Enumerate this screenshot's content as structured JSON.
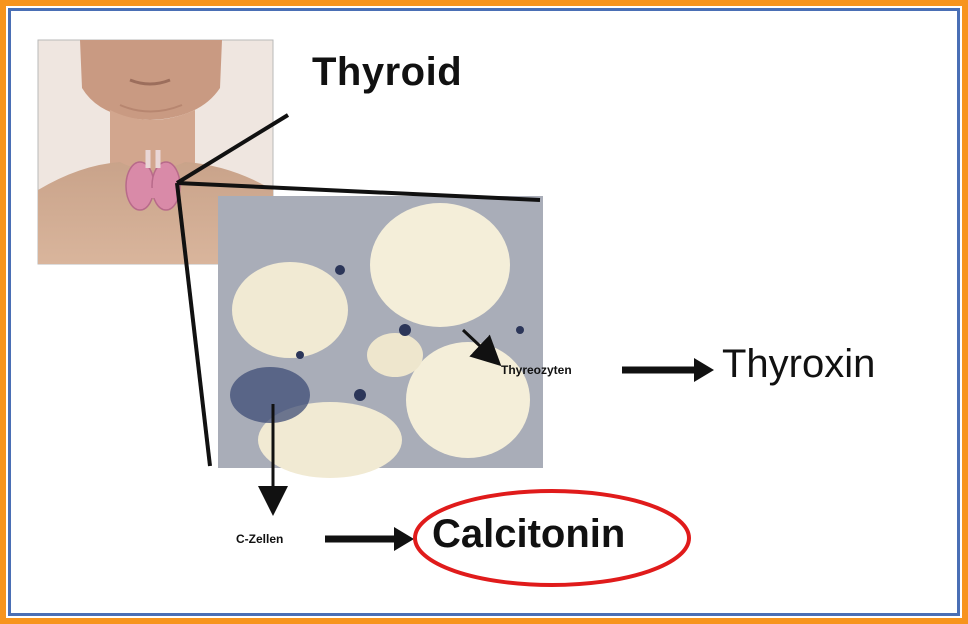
{
  "title": "Thyroid",
  "labels": {
    "thyreozyten": "Thyreozyten",
    "thyroxin": "Thyroxin",
    "c_zellen": "C-Zellen",
    "calcitonin": "Calcitonin"
  },
  "colors": {
    "outer_border": "#f7941d",
    "inner_border": "#4a6fb5",
    "highlight_ellipse": "#e01b1b",
    "histology_background": "#f3ecd6",
    "histology_stain": "#5e6f95"
  }
}
